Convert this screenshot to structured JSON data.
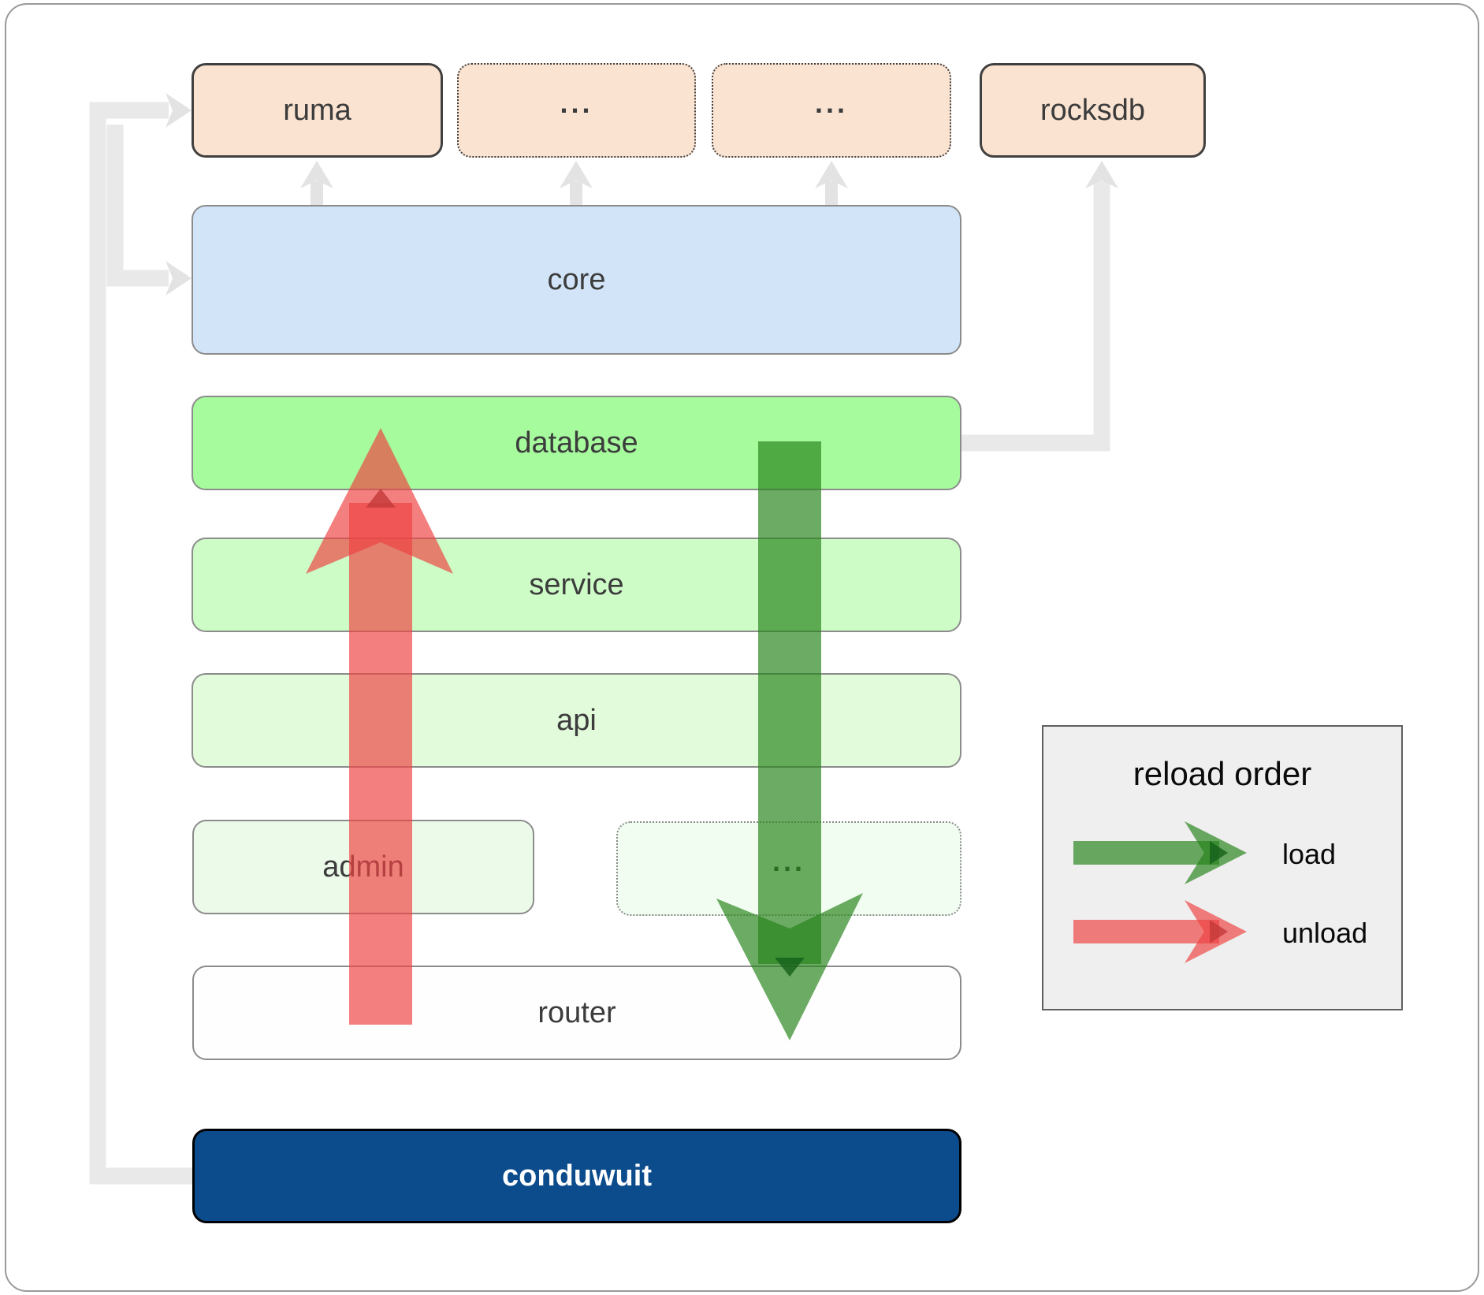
{
  "diagram": {
    "nodes": {
      "ruma": "ruma",
      "ellipsis1": "...",
      "ellipsis2": "...",
      "rocksdb": "rocksdb",
      "core": "core",
      "database": "database",
      "service": "service",
      "api": "api",
      "admin": "admin",
      "ellipsis3": "...",
      "router": "router",
      "conduwuit": "conduwuit"
    },
    "legend": {
      "title": "reload order",
      "load_label": "load",
      "unload_label": "unload"
    },
    "edges": [
      {
        "from": "conduwuit",
        "to": "ruma",
        "style": "gray-elbow"
      },
      {
        "from": "conduwuit",
        "to": "core",
        "style": "gray-elbow"
      },
      {
        "from": "core",
        "to": "ruma",
        "style": "gray-up-arrow"
      },
      {
        "from": "core",
        "to": "ellipsis1",
        "style": "gray-up-arrow"
      },
      {
        "from": "core",
        "to": "ellipsis2",
        "style": "gray-up-arrow"
      },
      {
        "from": "database",
        "to": "rocksdb",
        "style": "gray-elbow"
      },
      {
        "from": "database",
        "to": "router",
        "style": "load-arrow-down"
      },
      {
        "from": "router",
        "to": "database",
        "style": "unload-arrow-up"
      }
    ]
  },
  "colors": {
    "frame-border": "#9a9a9a",
    "peach": "#fbe3d1",
    "node-border-dark": "#404040",
    "node-border-gray": "#8c8c8c",
    "core-blue": "#d2e4f7",
    "db-green": "#a6fb9d",
    "service-green": "#cdfcc6",
    "api-green": "#e2fbdb",
    "admin-green": "#ecfbe9",
    "admin-dotted-green": "#f1fdf0",
    "router-white": "#fefefe",
    "conduwuit-blue": "#0c4c8c",
    "label": "#3c3c3c",
    "connector-gray": "#e9e9e9",
    "connector-head-gray": "#e3e3e3",
    "load-green": "#27831b",
    "load-green-dark": "#14601a",
    "unload-red": "#ef4343",
    "unload-red-dark": "#c43a3a",
    "legend-bg": "#efefef",
    "legend-border": "#5f5f5f",
    "legend-text": "#0a0a0a"
  }
}
